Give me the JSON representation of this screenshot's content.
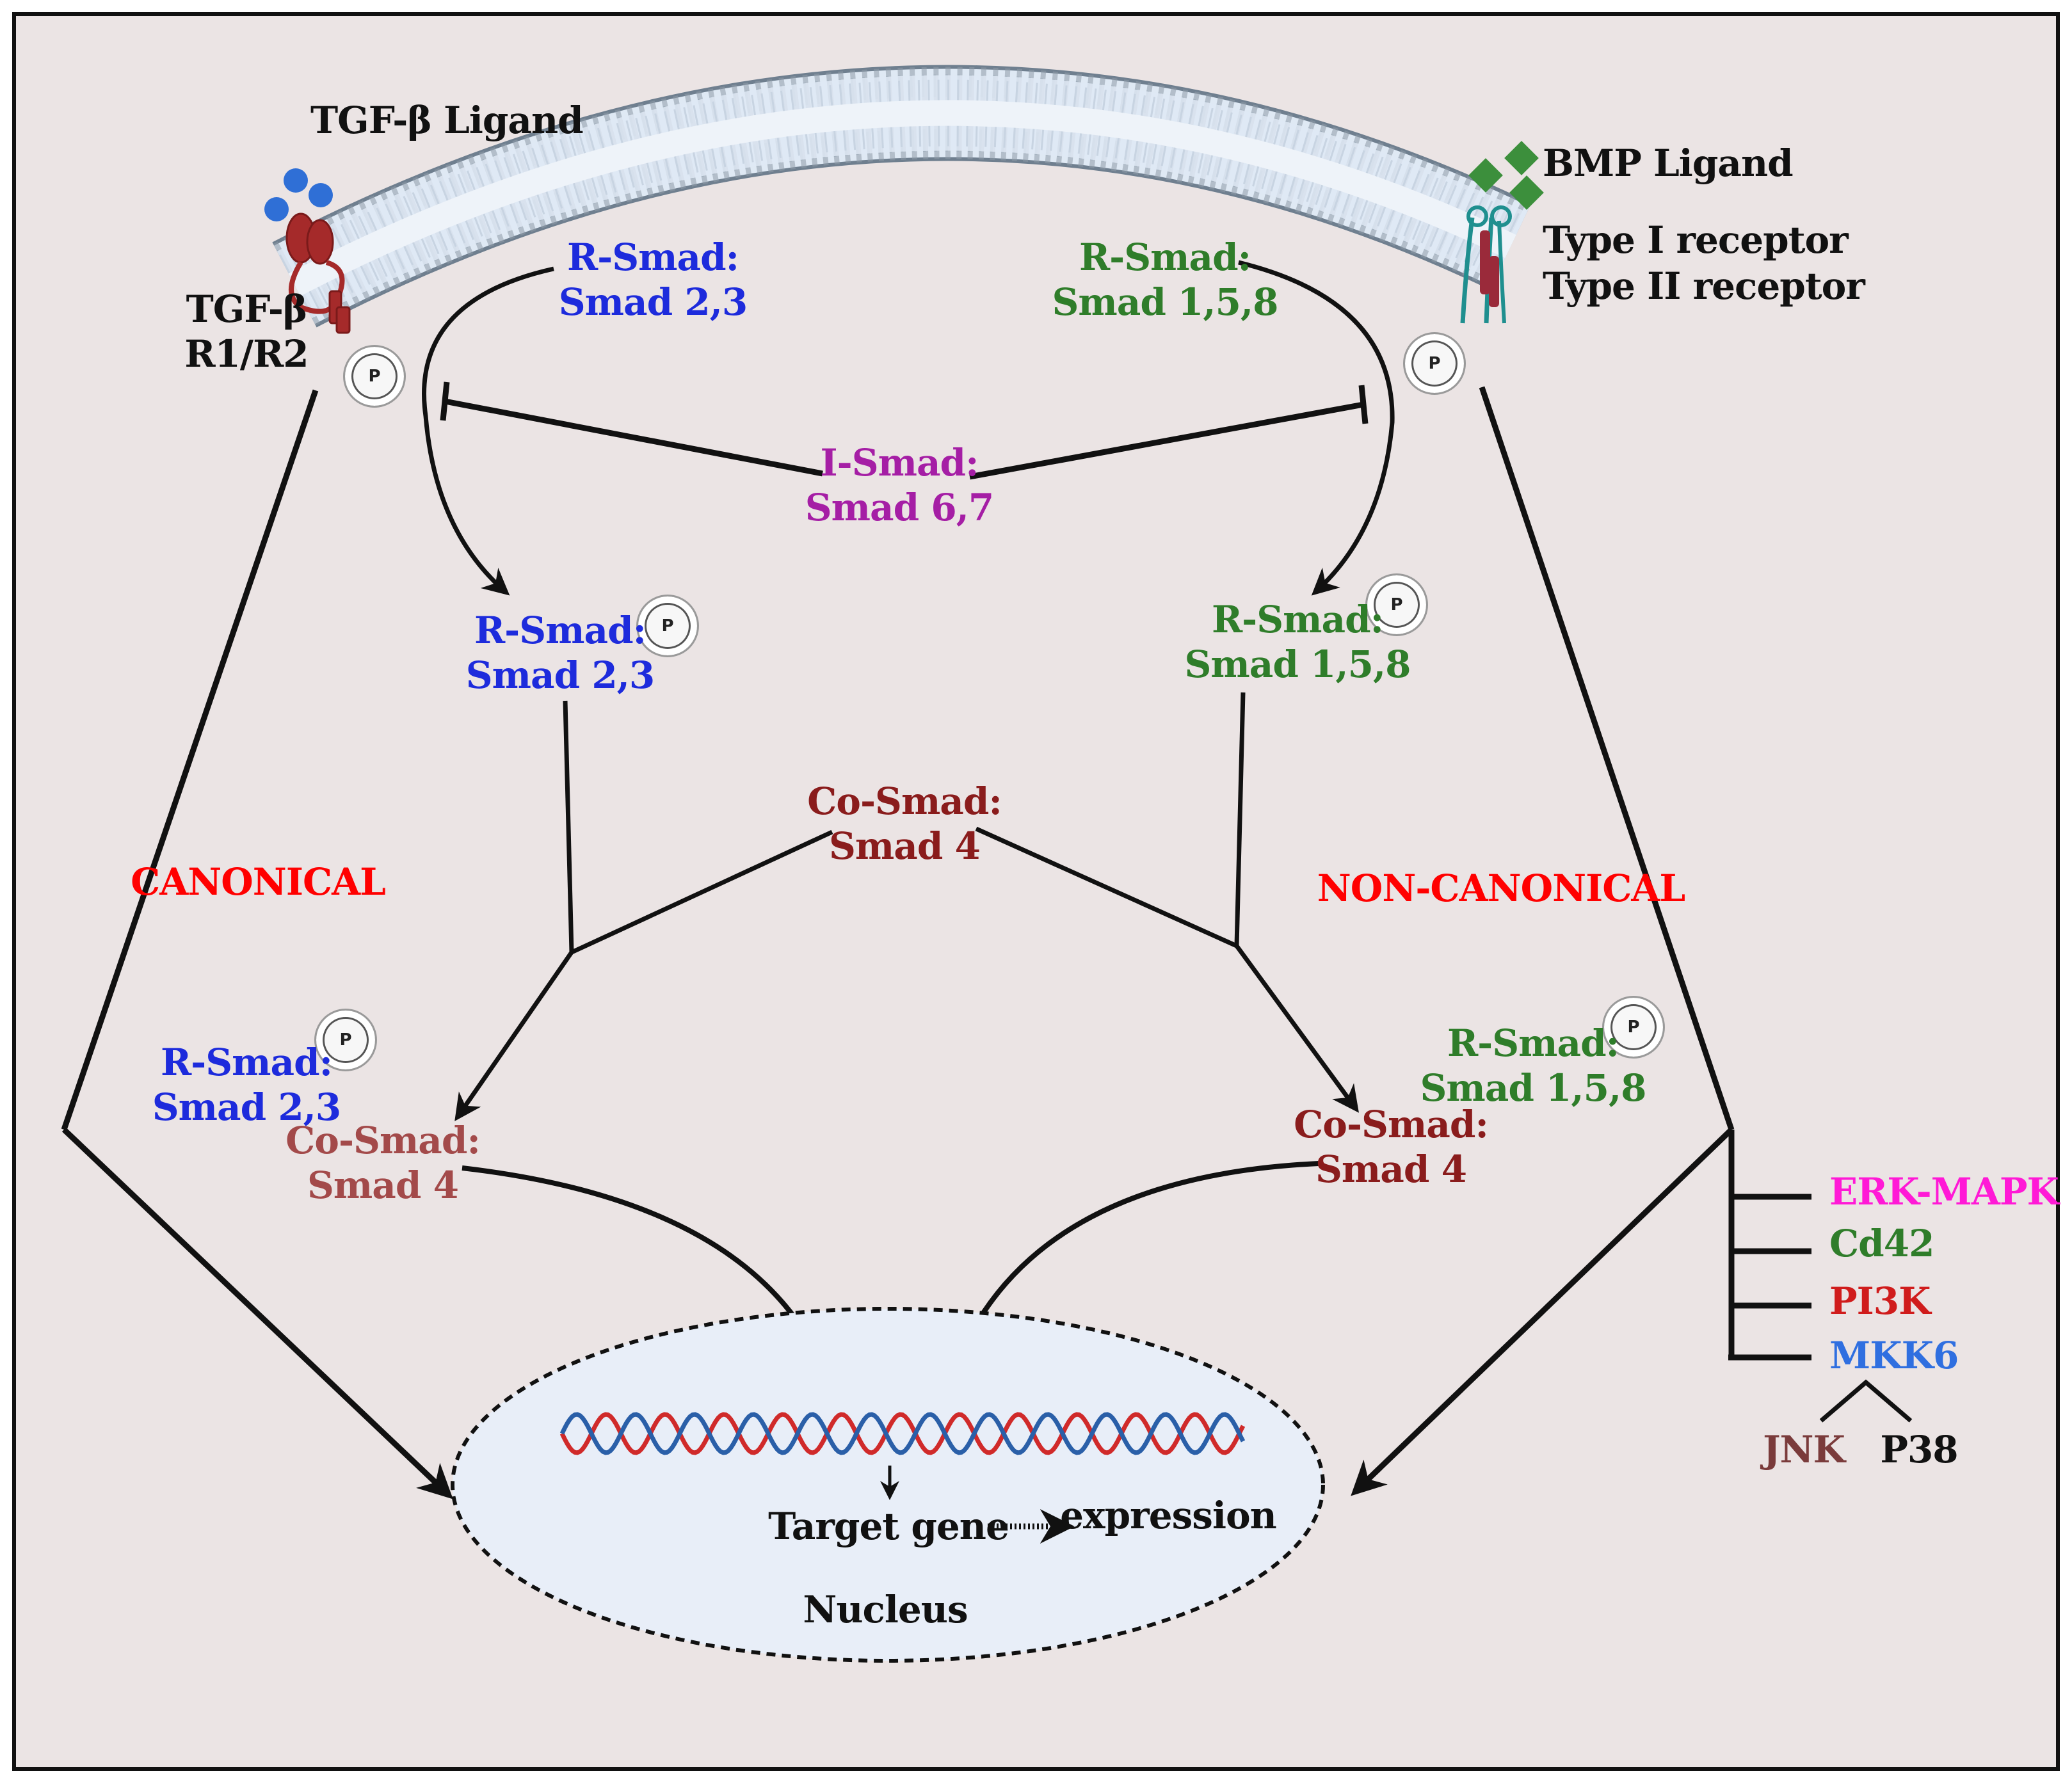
{
  "colors": {
    "background": "#ebe4e4",
    "membrane": "#dfe9f4",
    "nucleus": "#e8eef8",
    "blue": "#1d2bdc",
    "green": "#2f7d2a",
    "purple": "#a51ea5",
    "darkred": "#8a1c1c",
    "rosered": "#a34a4a",
    "red": "#ff0000",
    "magenta": "#ff19d6",
    "pi3k": "#d01c1c",
    "mkk6": "#2f6fe0",
    "jnk": "#7a3b3b",
    "black": "#111111",
    "tgf_ligand": "#2f6fd6",
    "bmp_ligand": "#3c8f3c"
  },
  "receptors": {
    "tgf_ligand": "TGF-β Ligand",
    "tgf_receptor": [
      "TGF-β",
      "R1/R2"
    ],
    "bmp_ligand": "BMP Ligand",
    "type1": "Type I receptor",
    "type2": "Type II receptor"
  },
  "phospho_label": "P",
  "smads": {
    "rsmad_tgf_top": [
      "R-Smad:",
      "Smad 2,3"
    ],
    "rsmad_bmp_top": [
      "R-Smad:",
      "Smad 1,5,8"
    ],
    "ismad": [
      "I-Smad:",
      "Smad 6,7"
    ],
    "rsmad_tgf_mid": [
      "R-Smad:",
      "Smad 2,3"
    ],
    "rsmad_bmp_mid": [
      "R-Smad:",
      "Smad 1,5,8"
    ],
    "cosmad_mid": [
      "Co-Smad:",
      "Smad 4"
    ],
    "rsmad_tgf_low": [
      "R-Smad:",
      "Smad 2,3"
    ],
    "cosmad_left": [
      "Co-Smad:",
      "Smad 4"
    ],
    "rsmad_bmp_low": [
      "R-Smad:",
      "Smad 1,5,8"
    ],
    "cosmad_right": [
      "Co-Smad:",
      "Smad 4"
    ]
  },
  "pathways": {
    "canonical": "CANONICAL",
    "noncanonical": "NON-CANONICAL",
    "branches": [
      "ERK-MAPK",
      "Cd42",
      "PI3K",
      "MKK6"
    ],
    "jnk": "JNK",
    "p38": "P38"
  },
  "nucleus": {
    "target_gene": "Target gene",
    "expression": "expression",
    "label": "Nucleus"
  }
}
